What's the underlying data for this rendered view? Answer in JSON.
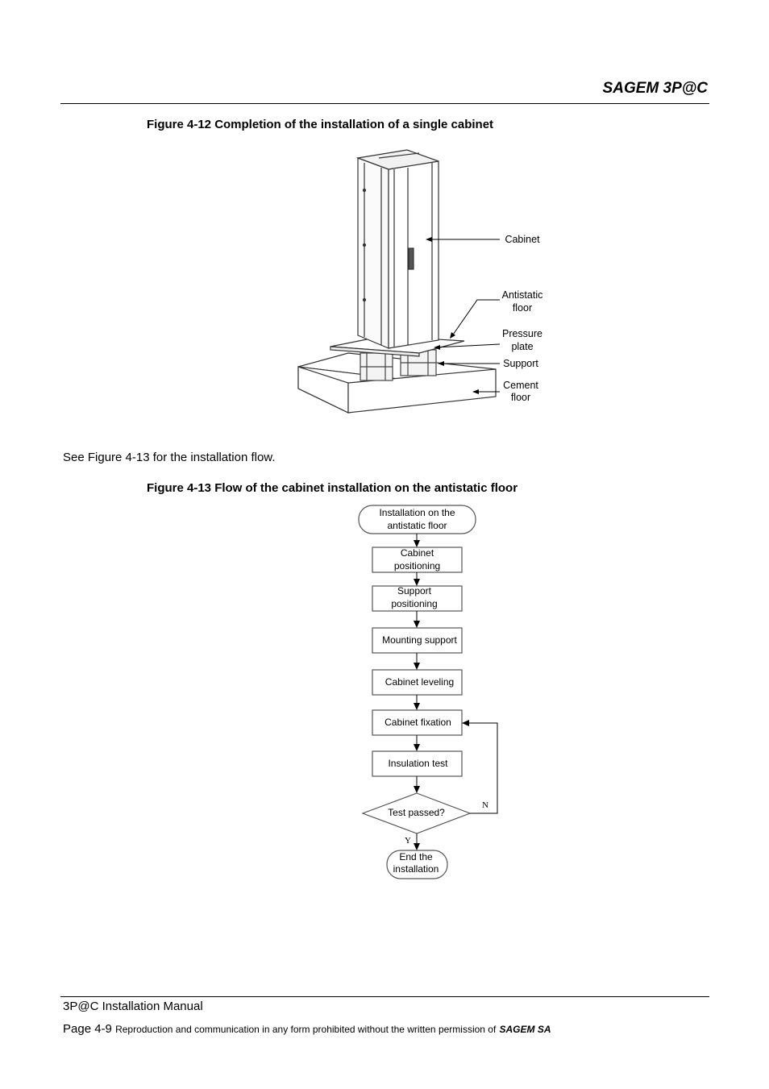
{
  "header": {
    "title": "SAGEM 3P@C"
  },
  "figure_12": {
    "caption": "Figure 4-12 Completion of the installation of a single cabinet",
    "labels": {
      "cabinet": "Cabinet",
      "antistatic_1": "Antistatic",
      "antistatic_2": "floor",
      "pressure_1": "Pressure",
      "pressure_2": "plate",
      "support": "Support",
      "cement_1": "Cement",
      "cement_2": "floor"
    }
  },
  "body": {
    "see_text": "See Figure 4-13 for the installation flow."
  },
  "figure_13": {
    "caption": "Figure 4-13 Flow of the cabinet installation on the antistatic floor",
    "start_1": "Installation on the",
    "start_2": "antistatic floor",
    "step1_1": "Cabinet",
    "step1_2": "positioning",
    "step2_1": "Support",
    "step2_2": "positioning",
    "step3": "Mounting support",
    "step4": "Cabinet leveling",
    "step5": "Cabinet fixation",
    "step6": "Insulation test",
    "decision": "Test passed?",
    "yes": "Y",
    "no": "N",
    "end_1": "End the",
    "end_2": "installation"
  },
  "footer": {
    "manual": "3P@C Installation Manual",
    "page": "Page 4-9",
    "notice": "Reproduction and communication in any form prohibited without the written permission of",
    "company": "SAGEM SA"
  }
}
